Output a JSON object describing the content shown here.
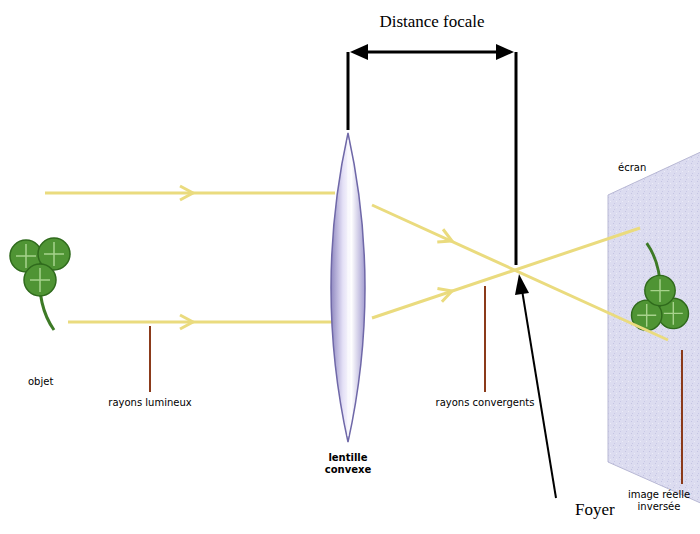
{
  "diagram": {
    "labels": [
      "Distance focale",
      "écran",
      "objet",
      "rayons lumineux",
      "lentille convexe",
      "rayons convergents",
      "image réelle inversée",
      "Foyer"
    ]
  }
}
